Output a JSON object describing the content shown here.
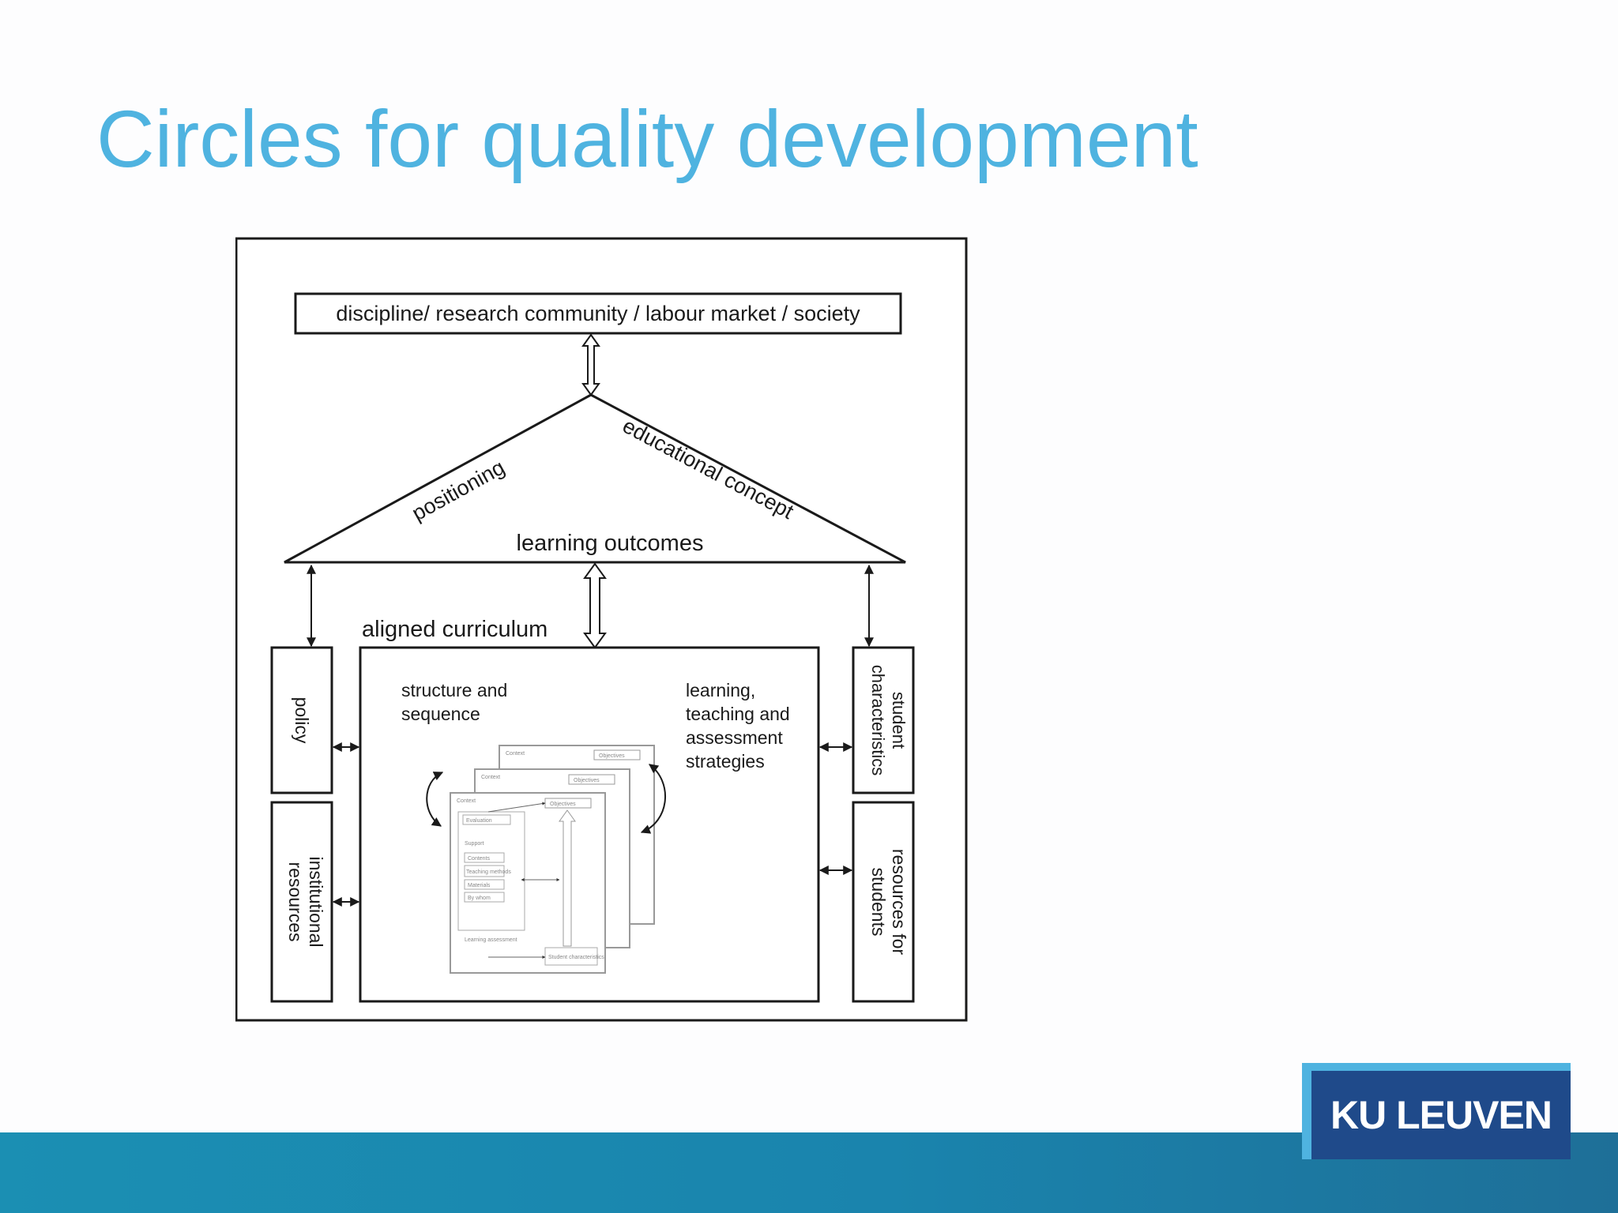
{
  "slide": {
    "title": "Circles for quality development"
  },
  "diagram": {
    "top_box": "discipline/ research community / labour market / society",
    "roof_left": "positioning",
    "roof_right": "educational concept",
    "roof_base": "learning outcomes",
    "curriculum_label": "aligned curriculum",
    "structure_line1": "structure and",
    "structure_line2": "sequence",
    "strategies_line1": "learning,",
    "strategies_line2": "teaching and",
    "strategies_line3": "assessment",
    "strategies_line4": "strategies",
    "left_top": "policy",
    "left_bottom_line1": "institutional",
    "left_bottom_line2": "resources",
    "right_top_line1": "student",
    "right_top_line2": "characteristics",
    "right_bottom_line1": "resources for",
    "right_bottom_line2": "students",
    "mini": {
      "context": "Context",
      "objectives": "Objectives",
      "evaluation": "Evaluation",
      "support": "Support",
      "contents": "Contents",
      "teaching_methods": "Teaching methods",
      "materials": "Materials",
      "by_whom": "By whom",
      "learning_assessment": "Learning assessment",
      "student_characteristics": "Student characteristics"
    }
  },
  "logo": {
    "text": "KU LEUVEN"
  },
  "colors": {
    "title": "#4fb3e0",
    "footer": "#1b8fb3",
    "logo_bg": "#1f4a8a",
    "logo_accent": "#4fb3e0"
  }
}
